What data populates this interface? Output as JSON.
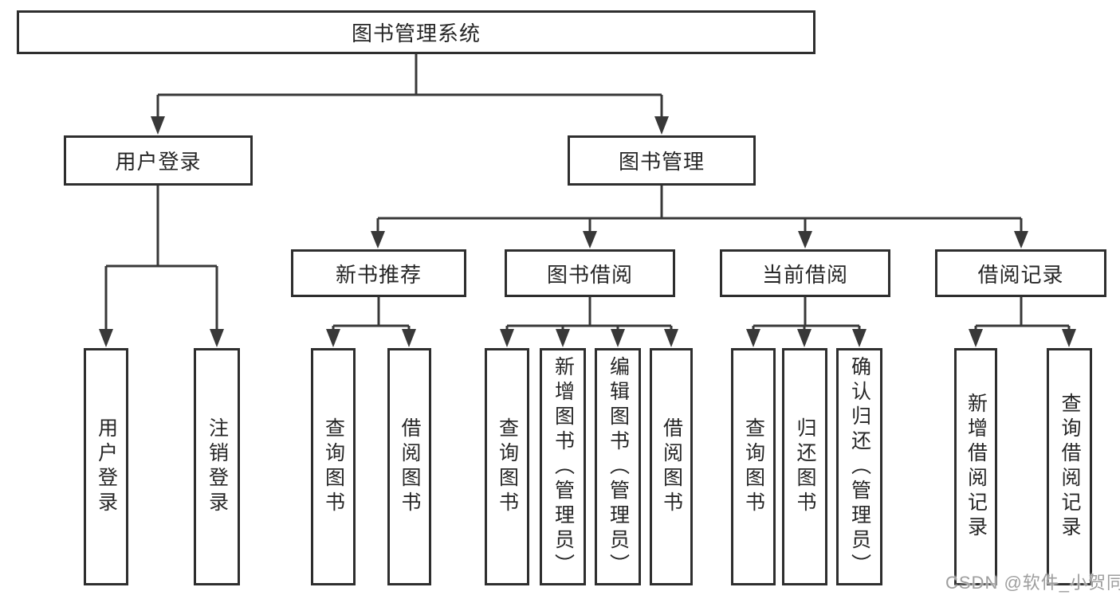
{
  "colors": {
    "line": "#383838",
    "box_border": "#2e2e2e",
    "text": "#262626",
    "watermark": "#9e9e9e"
  },
  "diagram": {
    "root": {
      "label": "图书管理系统"
    },
    "level2": [
      {
        "label": "用户登录",
        "children": [
          "用户登录",
          "注销登录"
        ]
      },
      {
        "label": "图书管理"
      }
    ],
    "level3": [
      {
        "label": "新书推荐",
        "children": [
          "查询图书",
          "借阅图书"
        ]
      },
      {
        "label": "图书借阅",
        "children": [
          "查询图书",
          "新增图书（管理员）",
          "编辑图书（管理员）",
          "借阅图书"
        ]
      },
      {
        "label": "当前借阅",
        "children": [
          "查询图书",
          "归还图书",
          "确认归还（管理员）"
        ]
      },
      {
        "label": "借阅记录",
        "children": [
          "新增借阅记录",
          "查询借阅记录"
        ]
      }
    ]
  },
  "watermark": {
    "text": "CSDN @软件_小贺同学"
  }
}
